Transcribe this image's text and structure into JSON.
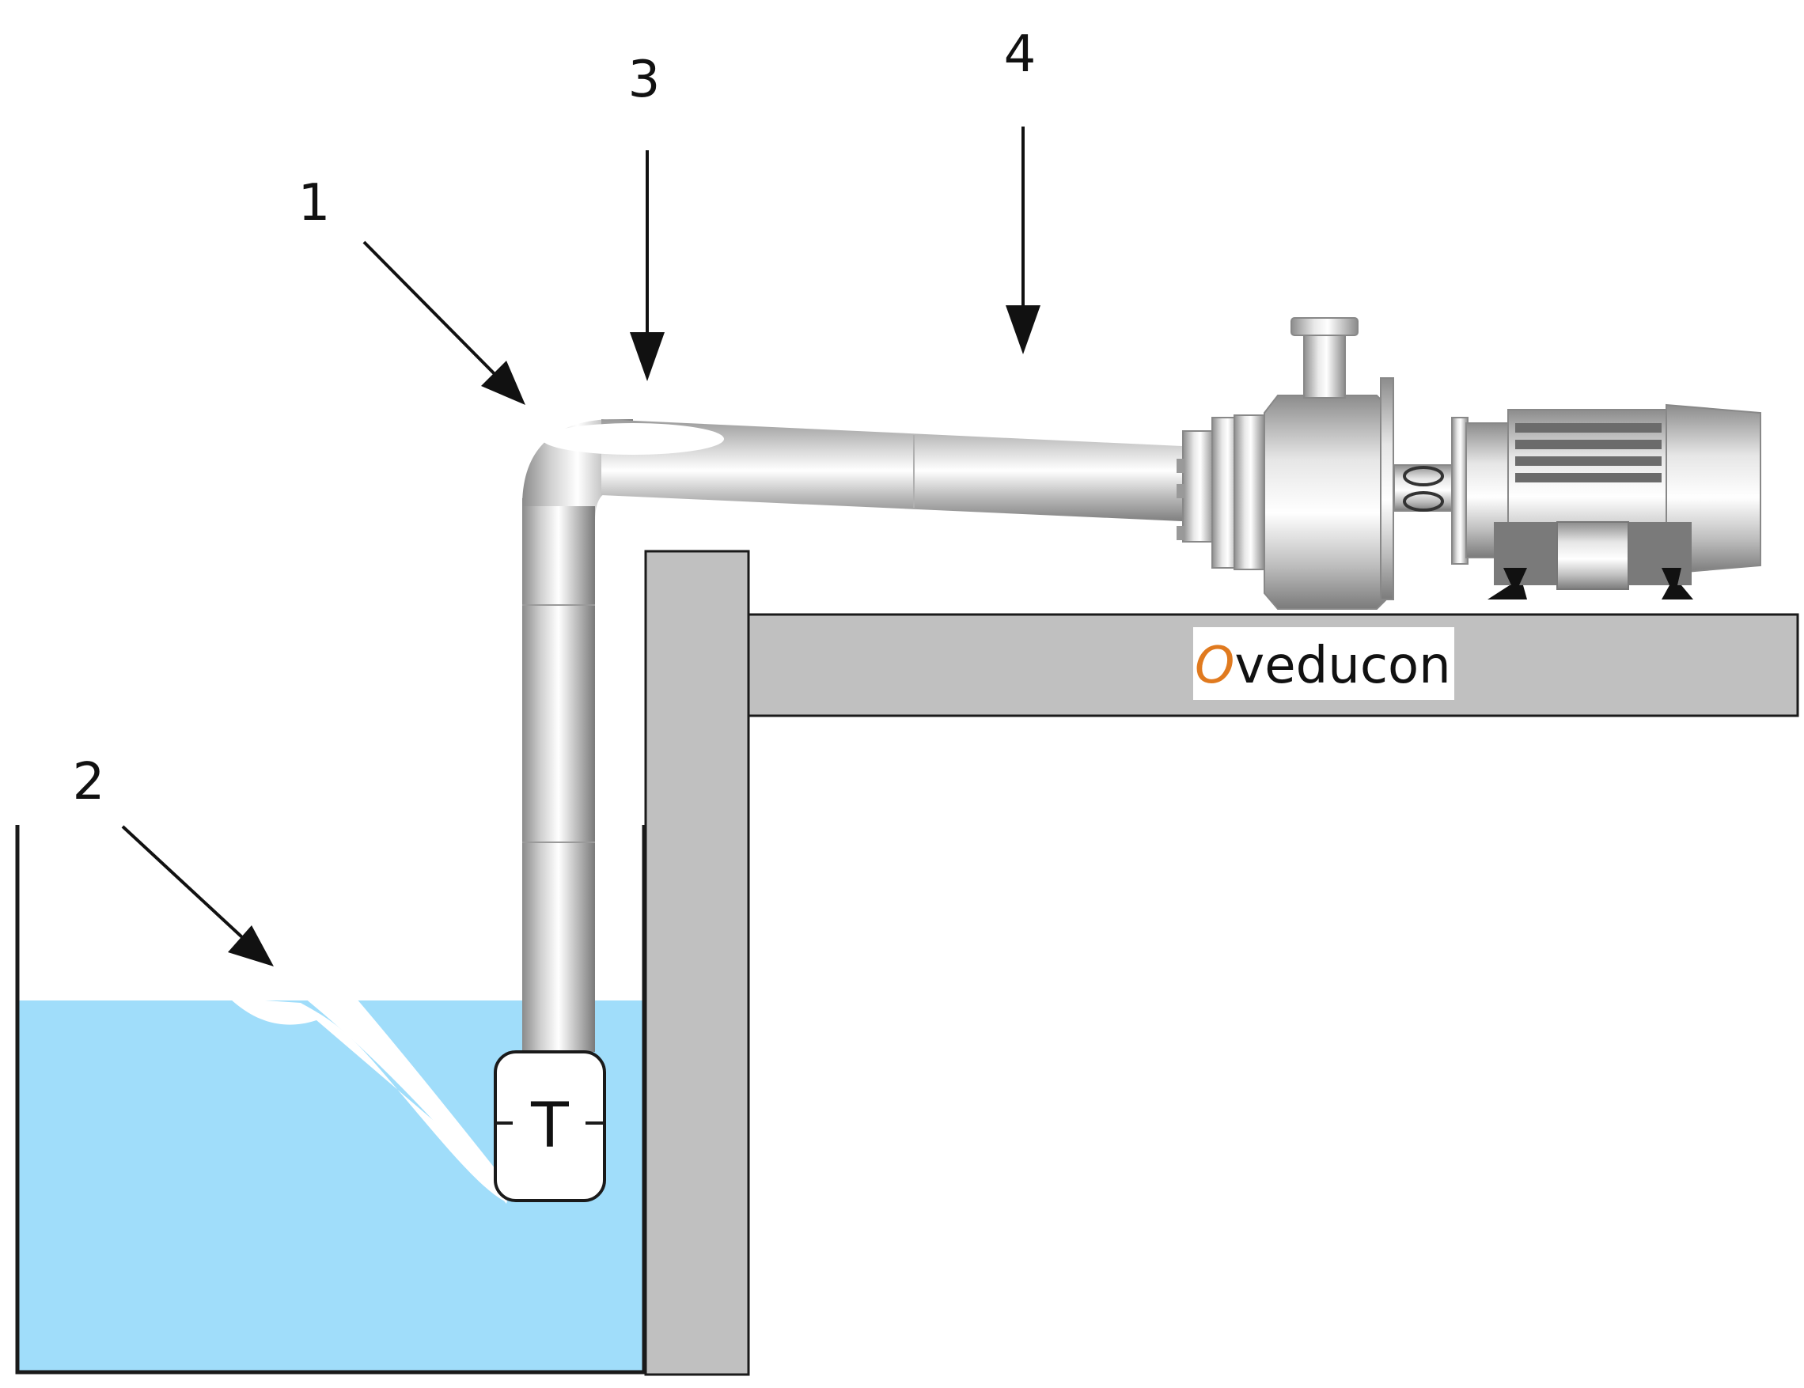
{
  "callouts": [
    {
      "id": "1",
      "label": "1"
    },
    {
      "id": "2",
      "label": "2"
    },
    {
      "id": "3",
      "label": "3"
    },
    {
      "id": "4",
      "label": "4"
    }
  ],
  "valve": {
    "label": "T"
  },
  "logo": {
    "first_letter": "O",
    "rest": "veducon"
  },
  "colors": {
    "water": "#A0DDFA",
    "wall": "#C0C0C0",
    "outline": "#1A1A1A",
    "logo_accent": "#E07A1F"
  }
}
